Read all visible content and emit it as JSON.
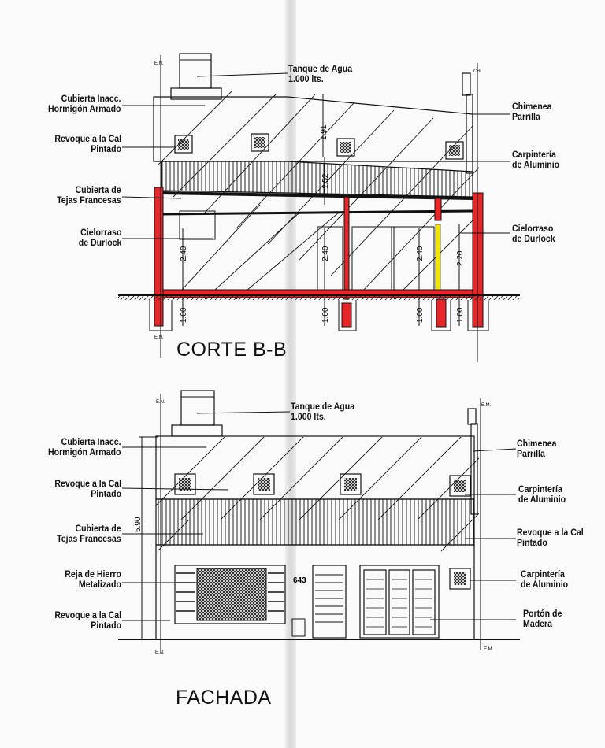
{
  "corte": {
    "title": "CORTE B-B",
    "left_labels": [
      {
        "line1": "Cubierta Inacc.",
        "line2": "Hormigón Armado"
      },
      {
        "line1": "Revoque a la Cal",
        "line2": "Pintado"
      },
      {
        "line1": "Cubierta de",
        "line2": "Tejas Francesas"
      },
      {
        "line1": "Cielorraso",
        "line2": "de Durlock"
      }
    ],
    "right_labels": [
      {
        "line1": "Chimenea",
        "line2": "Parrilla"
      },
      {
        "line1": "Carpintería",
        "line2": "de Aluminio"
      },
      {
        "line1": "Cielorraso",
        "line2": "de Durlock"
      }
    ],
    "tank": {
      "line1": "Tanque de Agua",
      "line2": "1.000 lts."
    },
    "dims": {
      "d191": "1.91",
      "d152": "1.52",
      "d240a": "2.40",
      "d240b": "2.40",
      "d240c": "2.40",
      "d220": "2.20",
      "d100a": "1.00",
      "d100b": "1.00",
      "d100c": "1.00",
      "d100d": "1.00"
    },
    "marks": {
      "ej": "E.N.",
      "ch": "CH"
    }
  },
  "fachada": {
    "title": "FACHADA",
    "left_labels": [
      {
        "line1": "Cubierta Inacc.",
        "line2": "Hormigón Armado"
      },
      {
        "line1": "Revoque a la Cal",
        "line2": "Pintado"
      },
      {
        "line1": "Cubierta de",
        "line2": "Tejas Francesas"
      },
      {
        "line1": "Reja de Hierro",
        "line2": "Metalizado"
      },
      {
        "line1": "Revoque a la Cal",
        "line2": "Pintado"
      }
    ],
    "right_labels": [
      {
        "line1": "Chimenea",
        "line2": "Parrilla"
      },
      {
        "line1": "Carpintería",
        "line2": "de Aluminio"
      },
      {
        "line1": "Revoque a la Cal",
        "line2": "Pintado"
      },
      {
        "line1": "Carpintería",
        "line2": "de Aluminio"
      },
      {
        "line1": "Portón de",
        "line2": "Madera"
      }
    ],
    "tank": {
      "line1": "Tanque de Agua",
      "line2": "1.000 lts."
    },
    "height": "5.90",
    "number": "643",
    "marks": {
      "en": "E.N.",
      "em": "E.M."
    }
  },
  "colors": {
    "wall_red": "#e8262a",
    "yellow": "#f2e600",
    "line": "#111111",
    "paper": "#fafafa"
  }
}
